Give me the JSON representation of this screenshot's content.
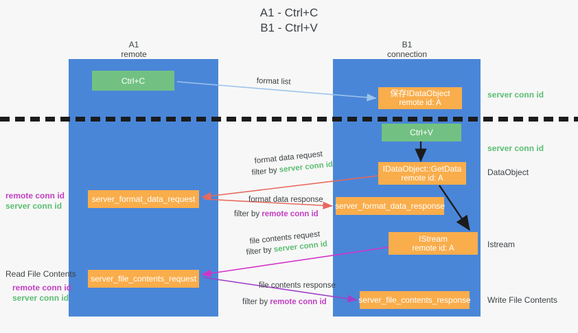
{
  "title": {
    "line1": "A1 - Ctrl+C",
    "line2": "B1 - Ctrl+V"
  },
  "lanes": [
    {
      "name": "A1",
      "subtitle": "remote"
    },
    {
      "name": "B1",
      "subtitle": "connection"
    }
  ],
  "nodes": {
    "ctrl_c": {
      "line1": "Ctrl+C",
      "color": "#72c182"
    },
    "save_dataobject": {
      "line1": "保存IDataObject",
      "line2": "remote id: A",
      "color": "#f9ad4b"
    },
    "ctrl_v": {
      "line1": "Ctrl+V",
      "color": "#72c182"
    },
    "getdata": {
      "line1": "IDataObject::GetData",
      "line2": "remote id: A",
      "color": "#f9ad4b"
    },
    "istream": {
      "line1": "IStream",
      "line2": "remote id: A",
      "color": "#f9ad4b"
    },
    "server_format_data_request": {
      "line1": "server_format_data_request",
      "color": "#f9ad4b"
    },
    "server_format_data_response": {
      "line1": "server_format_data_response",
      "color": "#f9ad4b"
    },
    "server_file_contents_request": {
      "line1": "server_file_contents_request",
      "color": "#f9ad4b"
    },
    "server_file_contents_response": {
      "line1": "server_file_contents_response",
      "color": "#f9ad4b"
    }
  },
  "edge_labels": {
    "format_list": "format list",
    "format_data_request": "format data request",
    "format_data_request_filter_prefix": "filter by ",
    "format_data_request_filter_value": "server conn id",
    "format_data_response": "format data response",
    "format_data_response_filter_prefix": "filter by ",
    "format_data_response_filter_value": "remote conn id",
    "file_contents_request": "file contents request",
    "file_contents_request_filter_prefix": "filter by ",
    "file_contents_request_filter_value": "server conn id",
    "file_contents_response": "file contents response",
    "file_contents_response_filter_prefix": "filter by ",
    "file_contents_response_filter_value": "remote conn id"
  },
  "right_labels": {
    "server_conn_id_top": "server conn id",
    "server_conn_id_second": "server conn id",
    "dataobject": "DataObject",
    "istream": "Istream",
    "write_file_contents": "Write File Contents"
  },
  "left_labels": {
    "remote_conn_id_mid": "remote conn id",
    "server_conn_id_mid": "server conn id",
    "read_file_contents": "Read File Contents",
    "remote_conn_id_bottom": "remote conn id",
    "server_conn_id_bottom": "server conn id"
  },
  "colors": {
    "lane": "#4a86d8",
    "green_box": "#72c182",
    "orange_box": "#f9ad4b",
    "green_text": "#5bbd72",
    "magenta_text": "#c13fc1",
    "arrow_blue": "#9cc3ea",
    "arrow_red": "#e8685d",
    "arrow_magenta": "#d433c8",
    "arrow_purple": "#a041c8",
    "arrow_black": "#1b1b1b",
    "background": "#f7f7f7",
    "divider": "#1b1b1b"
  }
}
